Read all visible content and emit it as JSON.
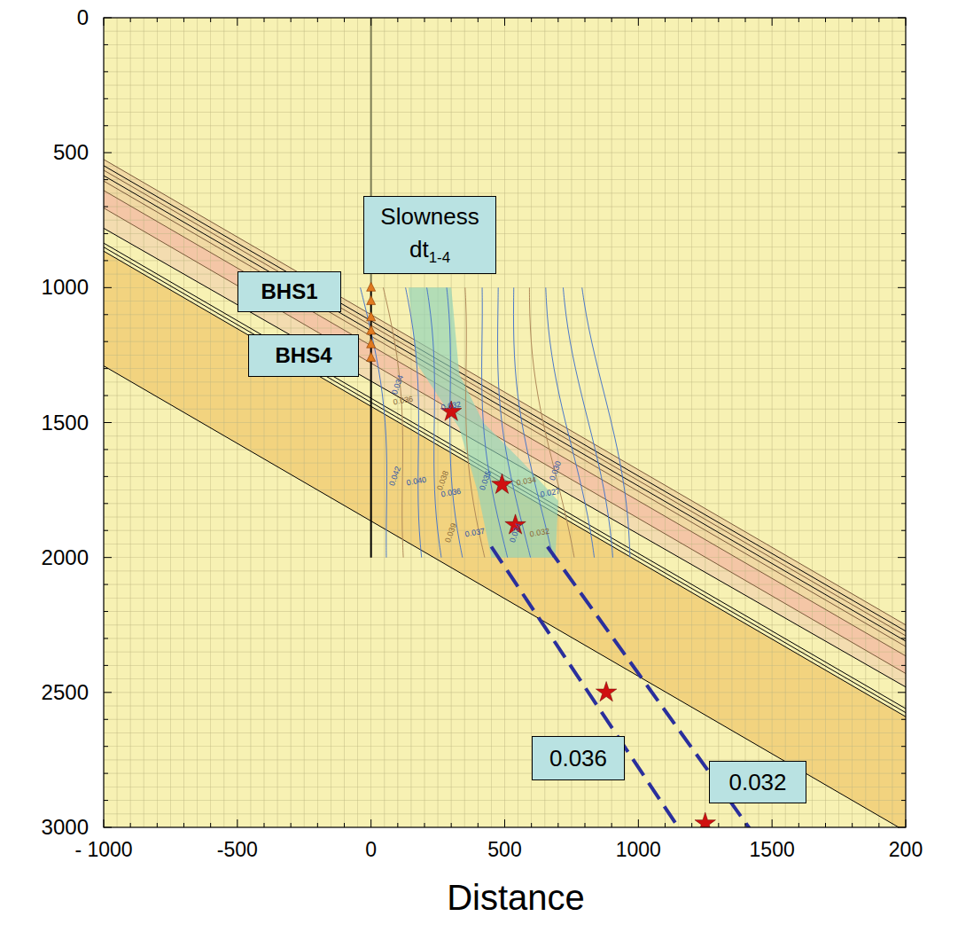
{
  "diagram": {
    "nodes": [
      {
        "text": [
          "Slowness",
          "dt",
          "1-4"
        ]
      },
      {
        "text": [
          "BHS1"
        ]
      },
      {
        "text": [
          "BHS4"
        ]
      },
      {
        "text": [
          "0.036"
        ]
      },
      {
        "text": [
          "0.032"
        ]
      }
    ],
    "labels": [
      "0",
      "500",
      "1000",
      "1500",
      "2000",
      "2500",
      "3000",
      "- 1000",
      "-500",
      "0",
      "500",
      "1000",
      "1500",
      "200",
      "Distance",
      "0.032",
      "0.034",
      "0.036",
      "0.042",
      "0.040",
      "0.038",
      "0.036",
      "0.035",
      "0.034",
      "0.030",
      "0.027",
      "0.039",
      "0.037",
      "0.034",
      "0.032"
    ]
  }
}
